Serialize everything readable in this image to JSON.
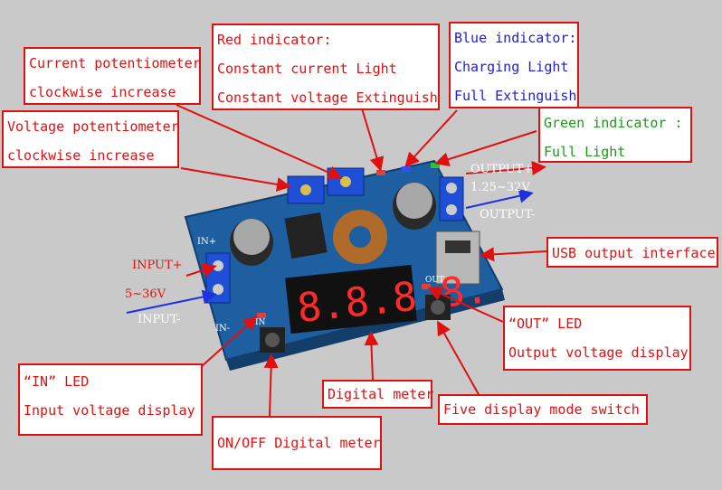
{
  "callouts": {
    "current_pot": [
      "Current potentiometer",
      "clockwise increase"
    ],
    "voltage_pot": [
      "Voltage potentiometer",
      "clockwise increase"
    ],
    "red_indicator": [
      "Red indicator:",
      "Constant current Light",
      "Constant voltage Extinguish"
    ],
    "blue_indicator": [
      "Blue indicator:",
      "Charging Light",
      "Full Extinguish"
    ],
    "green_indicator": [
      "Green indicator :",
      "Full Light"
    ],
    "usb_output": "USB output interface",
    "out_led": [
      "“OUT” LED",
      "Output voltage display"
    ],
    "in_led": [
      "“IN” LED",
      "Input voltage display"
    ],
    "digital_meter": "Digital meter",
    "mode_switch": "Five display mode switch",
    "on_off": "ON/OFF Digital meter"
  },
  "terminals": {
    "output_plus": "OUTPUT+",
    "output_range": "1.25~32V",
    "output_minus": "OUTPUT-",
    "input_plus": "INPUT+",
    "input_range": "5~36V",
    "input_minus": "INPUT-"
  },
  "board": {
    "in_plus_label": "IN+",
    "in_minus_label": "IN-",
    "in_led_label": "IN",
    "out_led_label": "OUT",
    "display_value": "8.8.8.8."
  },
  "colors": {
    "callout_border": "#e01010",
    "red_text": "#e01010",
    "blue_text": "#2020d0",
    "green_text": "#1a9a1a",
    "pcb": "#1d5fa0"
  }
}
